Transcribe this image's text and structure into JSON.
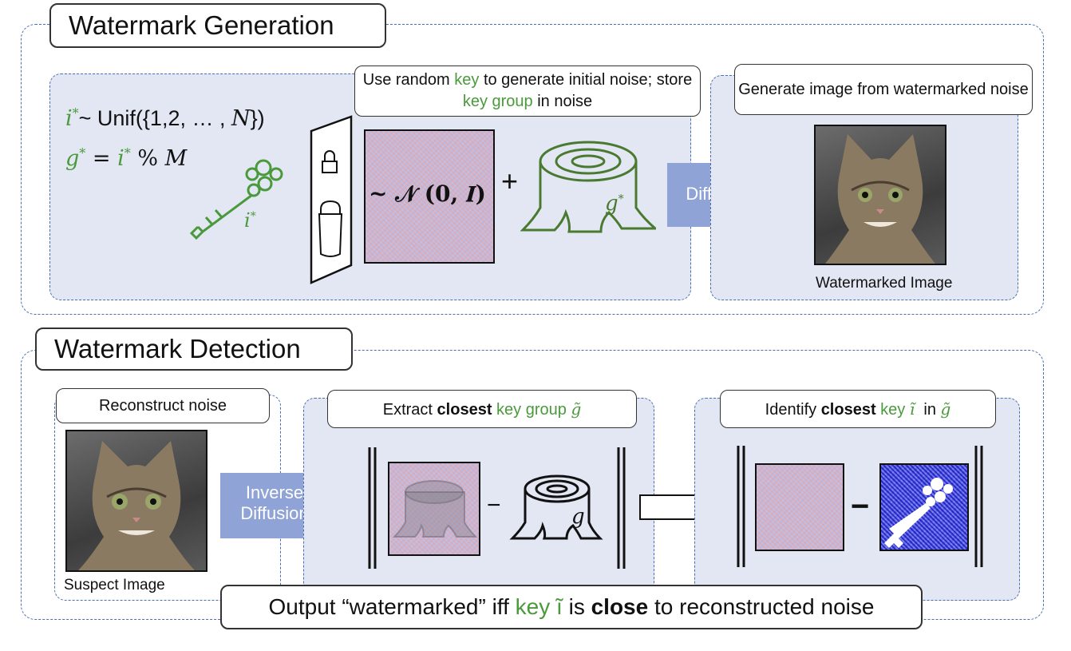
{
  "generation": {
    "title": "Watermark Generation",
    "formula_key_sample": "i* ~ Unif({1,2, … , N})",
    "formula_group": "g* = i* % M",
    "key_label": "i*",
    "group_label": "g*",
    "noise_label": "~ 𝒩 (𝟎, 𝑰)",
    "plus": "+",
    "step1_label_parts": [
      "Use random ",
      "key",
      " to generate initial noise; store ",
      "key group",
      " in noise"
    ],
    "step2_label": "Generate image from watermarked noise",
    "arrow_label": "Diffusion",
    "image_caption": "Watermarked Image"
  },
  "detection": {
    "title": "Watermark Detection",
    "reconstruct_label": "Reconstruct noise",
    "image_caption": "Suspect Image",
    "arrow_label_line1": "Inverse",
    "arrow_label_line2": "Diffusion",
    "extract_parts": [
      "Extract ",
      "closest",
      " key group ",
      "g̃"
    ],
    "group_label": "g",
    "minus": "−",
    "identify_parts": [
      "Identify ",
      "closest",
      " key ",
      "ĩ",
      "  in ",
      "g̃"
    ],
    "output_parts": [
      "Output “watermarked” iff ",
      "key ĩ",
      " is ",
      "close",
      " to reconstructed noise"
    ]
  },
  "colors": {
    "accent_green": "#4a9a3c",
    "panel_fill": "#e2e7f3",
    "dashed_border": "#4a6fb0",
    "arrow_fill": "#8fa3d6"
  }
}
